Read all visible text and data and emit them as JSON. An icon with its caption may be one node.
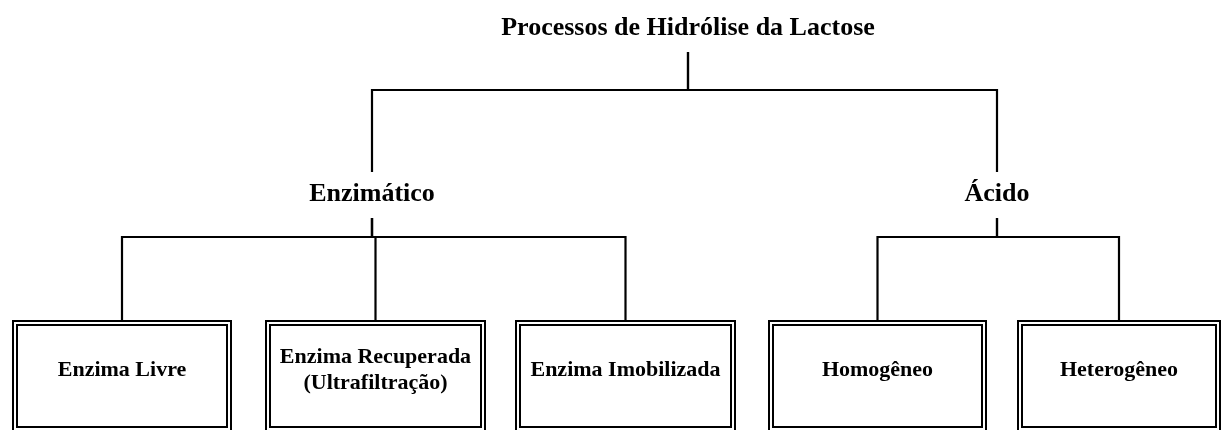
{
  "diagram": {
    "nodes": [
      {
        "text": [
          "Processos de Hidrólise da Lactose"
        ]
      },
      {
        "text": [
          "Enzimático"
        ]
      },
      {
        "text": [
          "Ácido"
        ]
      },
      {
        "text": [
          "Enzima Livre"
        ]
      },
      {
        "text": [
          "Enzima Recuperada (Ultrafiltração)"
        ]
      },
      {
        "text": [
          "Enzima Imobilizada"
        ]
      },
      {
        "text": [
          "Homogêneo"
        ]
      },
      {
        "text": [
          "Heterogêneo"
        ]
      }
    ],
    "edges": [
      {
        "from": 0,
        "to": 1,
        "arrow": "none"
      },
      {
        "from": 0,
        "to": 2,
        "arrow": "none"
      },
      {
        "from": 1,
        "to": 3,
        "arrow": "none"
      },
      {
        "from": 1,
        "to": 4,
        "arrow": "none"
      },
      {
        "from": 1,
        "to": 5,
        "arrow": "none"
      },
      {
        "from": 2,
        "to": 6,
        "arrow": "none"
      },
      {
        "from": 2,
        "to": 7,
        "arrow": "none"
      }
    ]
  }
}
